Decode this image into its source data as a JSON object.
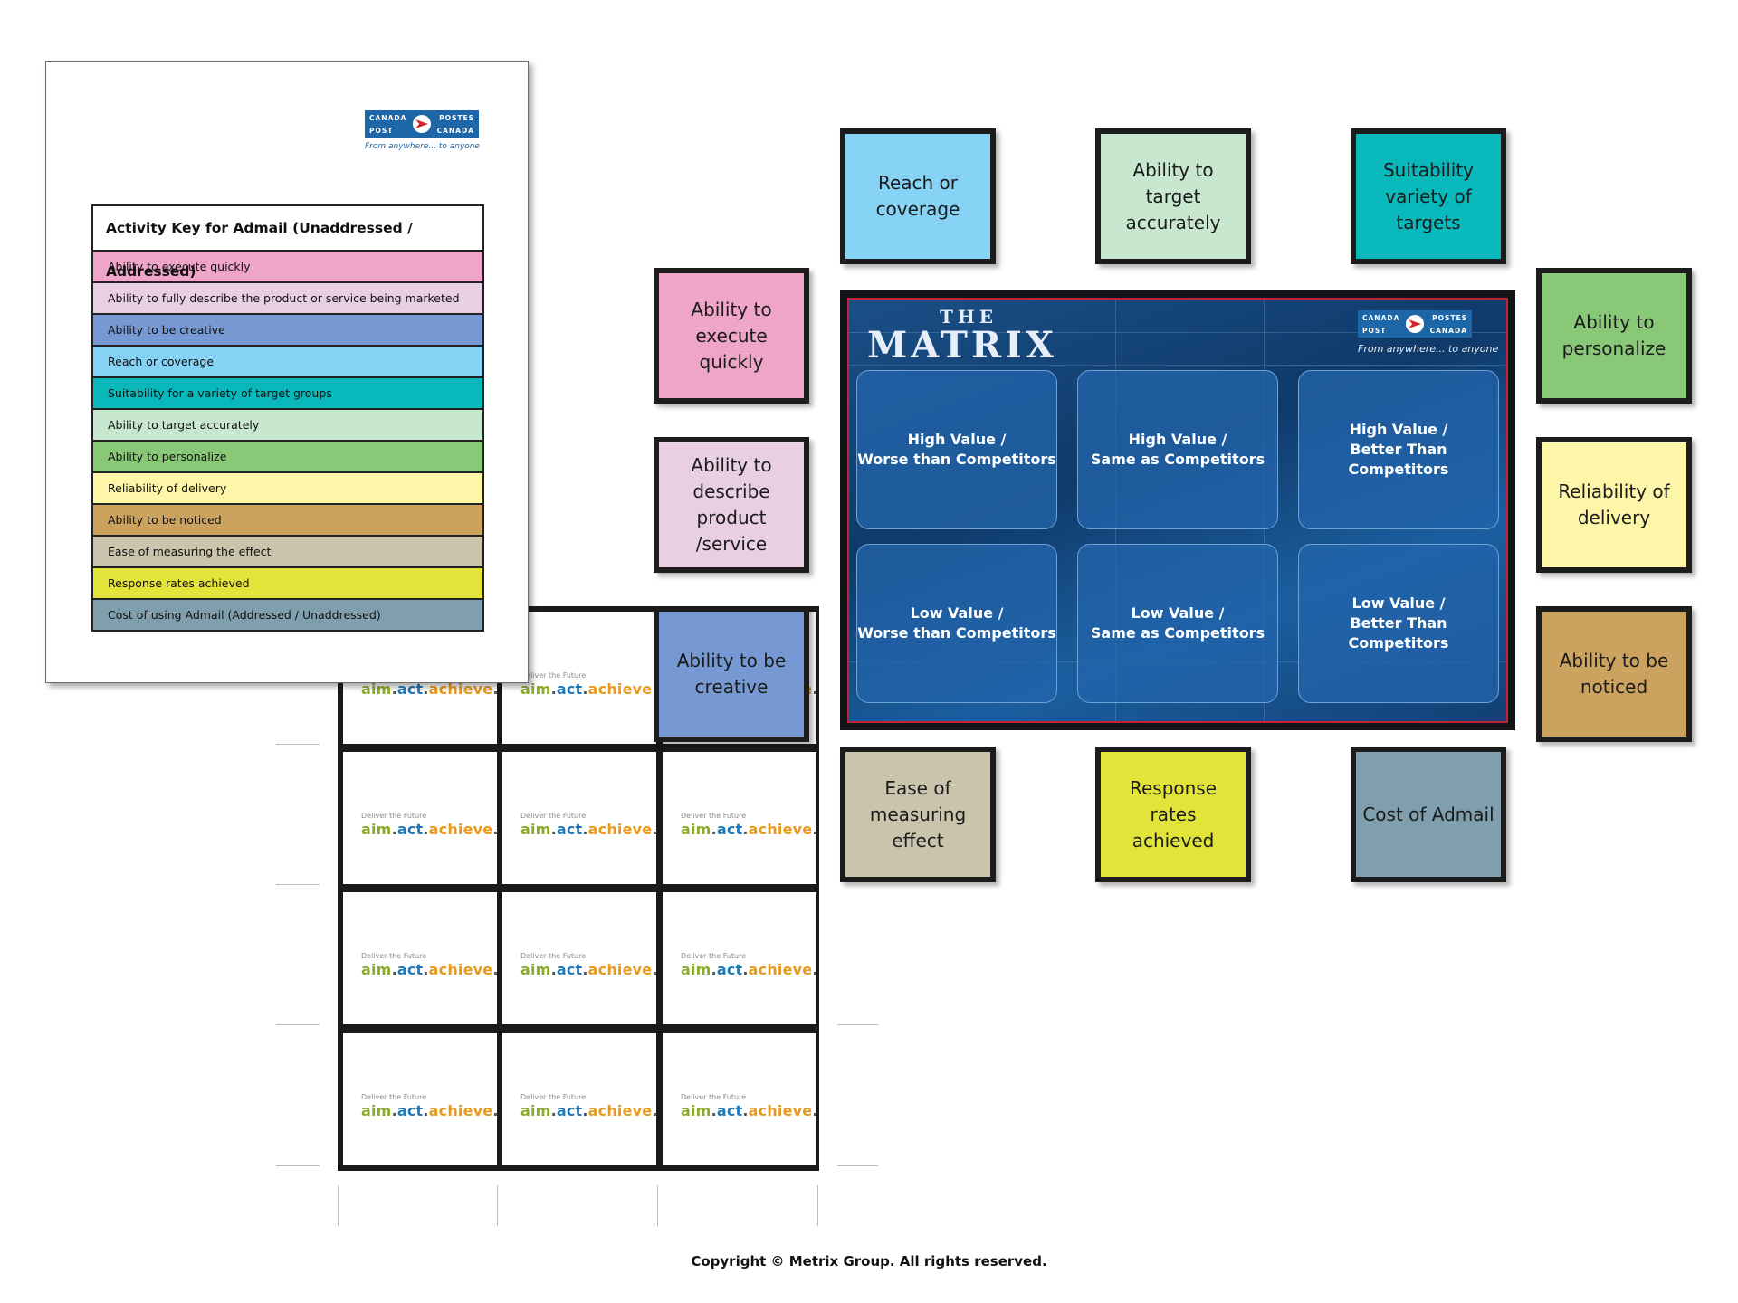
{
  "activity_key": {
    "logo": {
      "left_top": "CANADA",
      "left_bottom": "POST",
      "right_top": "POSTES",
      "right_bottom": "CANADA"
    },
    "tagline": "From anywhere... to anyone",
    "title": "Activity Key for Admail (Unaddressed / Addressed)",
    "rows": [
      {
        "label": "Ability to execute quickly",
        "color": "#eea5c7"
      },
      {
        "label": "Ability to fully describe the product or service being marketed",
        "color": "#e8cfe4"
      },
      {
        "label": "Ability to be creative",
        "color": "#7699d3"
      },
      {
        "label": "Reach or coverage",
        "color": "#86d3f5"
      },
      {
        "label": "Suitability for a variety of target groups",
        "color": "#09b8bb"
      },
      {
        "label": "Ability to target accurately",
        "color": "#c8e7cf"
      },
      {
        "label": "Ability to personalize",
        "color": "#88c877"
      },
      {
        "label": "Reliability of delivery",
        "color": "#fdf6a8"
      },
      {
        "label": "Ability to be noticed",
        "color": "#cba35f"
      },
      {
        "label": "Ease of measuring the effect",
        "color": "#c9c4ab"
      },
      {
        "label": "Response rates achieved",
        "color": "#e2e43a"
      },
      {
        "label": "Cost of using Admail (Addressed / Unaddressed)",
        "color": "#7f9eae"
      }
    ]
  },
  "back_cards": {
    "tag": "Deliver the Future",
    "slogan": {
      "aim": "aim",
      "act": "act",
      "achieve": "achieve",
      "dot": "."
    }
  },
  "cards": {
    "reach": {
      "label": "Reach or coverage",
      "color": "#86d3f5"
    },
    "target": {
      "label": "Ability to target accurately",
      "color": "#c8e7cf"
    },
    "suitability": {
      "label": "Suitability variety of targets",
      "color": "#09b8bb"
    },
    "execute": {
      "label": "Ability to execute quickly",
      "color": "#eea5c7"
    },
    "describe": {
      "label": "Ability to describe product /service",
      "color": "#e8cfe4"
    },
    "creative": {
      "label": "Ability to be creative",
      "color": "#7699d3"
    },
    "personalize": {
      "label": "Ability to personalize",
      "color": "#88c877"
    },
    "reliability": {
      "label": "Reliability of delivery",
      "color": "#fdf6a8"
    },
    "noticed": {
      "label": "Ability to be noticed",
      "color": "#cba35f"
    },
    "measuring": {
      "label": "Ease of measuring effect",
      "color": "#c9c4ab"
    },
    "response": {
      "label": "Response rates achieved",
      "color": "#e2e43a"
    },
    "cost": {
      "label": "Cost of Admail",
      "color": "#7f9eae"
    }
  },
  "matrix": {
    "the": "THE",
    "word": "MATRIX",
    "logo": {
      "left_top": "CANADA",
      "left_bottom": "POST",
      "right_top": "POSTES",
      "right_bottom": "CANADA"
    },
    "tagline": "From anywhere... to anyone",
    "cells": [
      {
        "line1": "High Value /",
        "line2": "Worse than Competitors"
      },
      {
        "line1": "High Value /",
        "line2": "Same as Competitors"
      },
      {
        "line1": "High Value /",
        "line2": "Better Than Competitors"
      },
      {
        "line1": "Low Value /",
        "line2": "Worse than Competitors"
      },
      {
        "line1": "Low Value /",
        "line2": "Same as Competitors"
      },
      {
        "line1": "Low Value /",
        "line2": "Better Than Competitors"
      }
    ]
  },
  "copyright": "Copyright © Metrix Group.  All rights reserved."
}
